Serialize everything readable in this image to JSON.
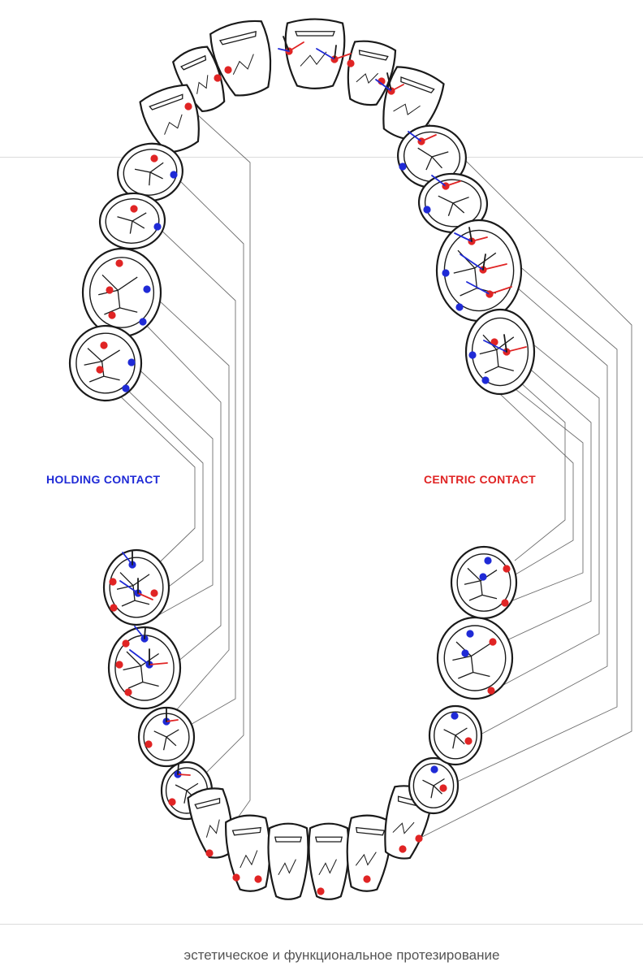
{
  "legend": {
    "holding": "HOLDING CONTACT",
    "centric": "CENTRIC CONTACT"
  },
  "caption": "эстетическое и функциональное протезирование",
  "colors": {
    "holding": "#1f2ad6",
    "centric": "#e02424",
    "outline": "#1a1a1a",
    "leader": "#555555",
    "caption": "#555555",
    "background": "#ffffff"
  }
}
